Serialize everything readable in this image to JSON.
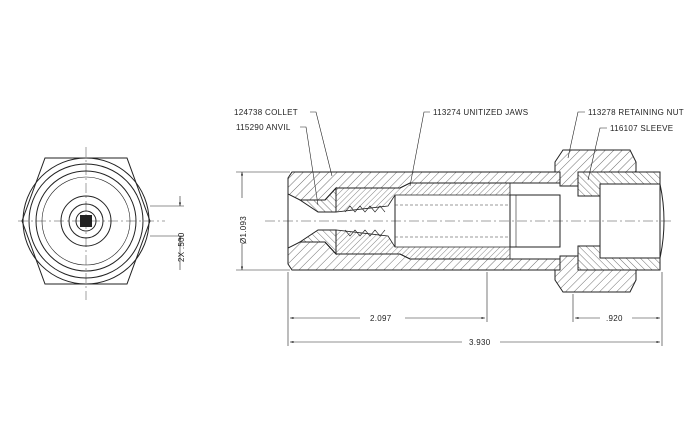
{
  "labels": {
    "collet": "124738 COLLET",
    "anvil": "115290 ANVIL",
    "jaws": "113274 UNITIZED JAWS",
    "retaining_nut": "113278 RETAINING NUT",
    "sleeve": "116107 SLEEVE"
  },
  "dimensions": {
    "diameter": "Ø1.093",
    "spacing": "2X .500",
    "jaw_depth": "2.097",
    "overall_length": "3.930",
    "nut_length": ".920"
  }
}
